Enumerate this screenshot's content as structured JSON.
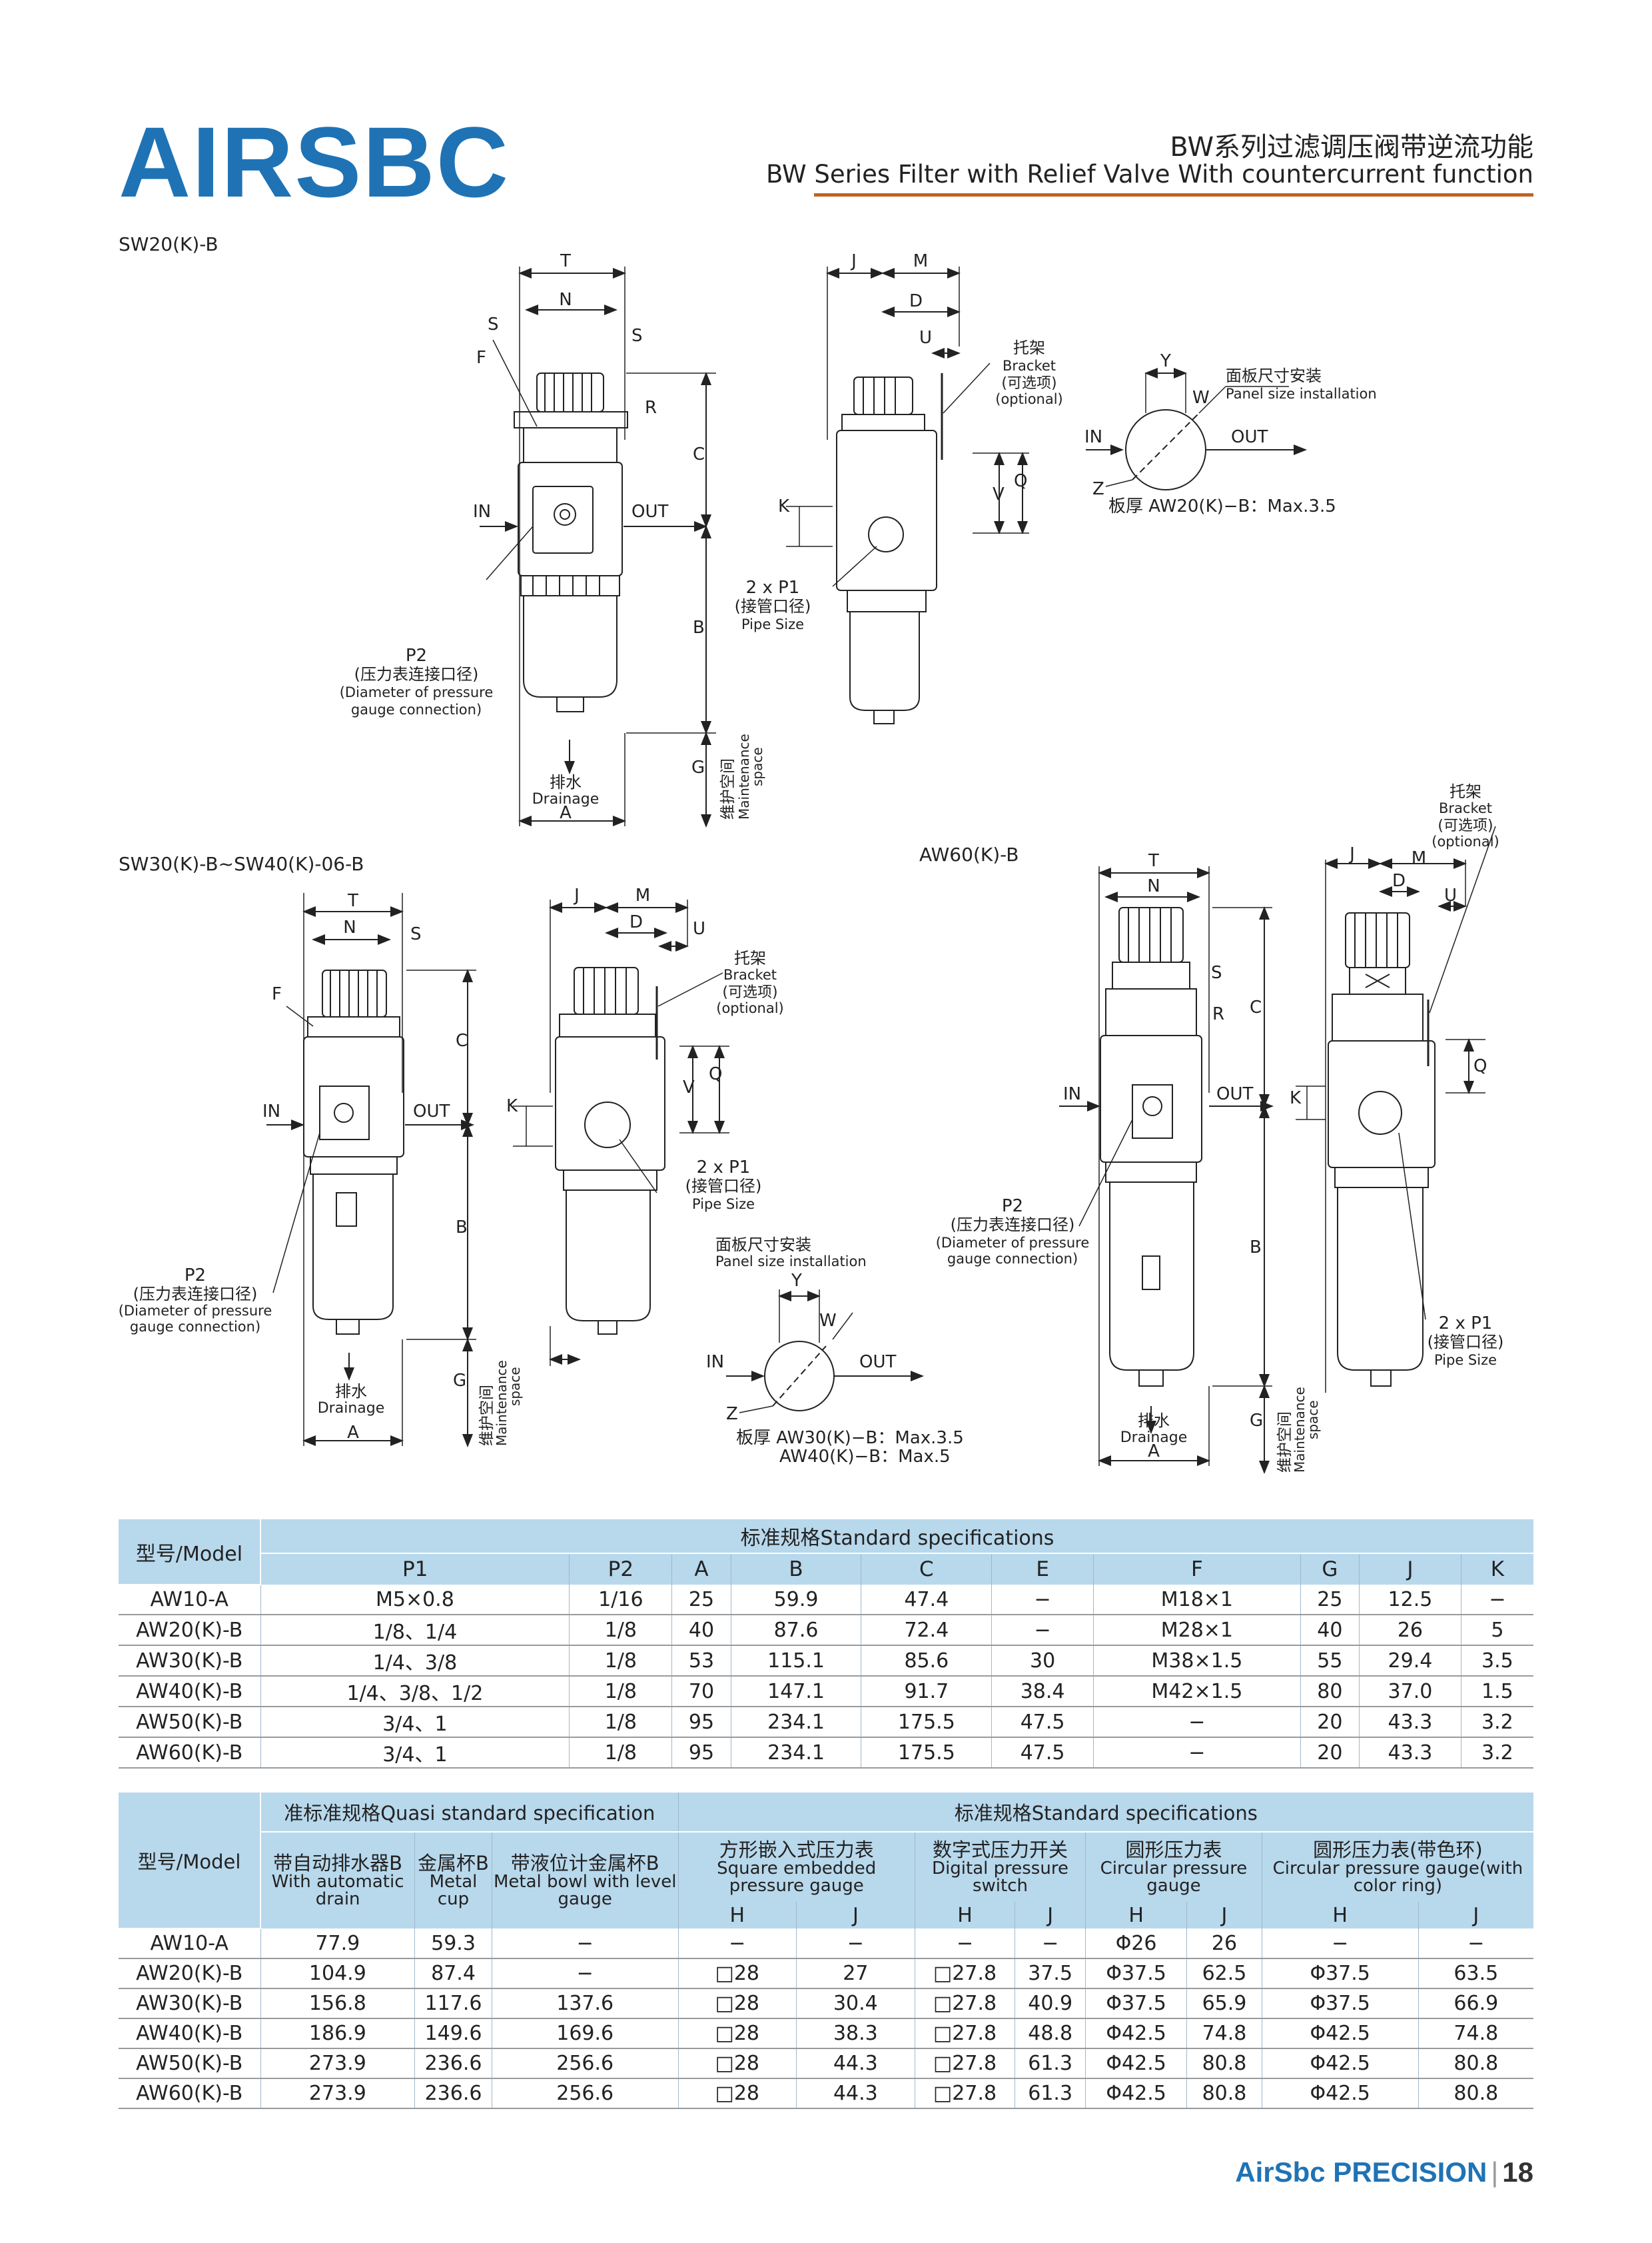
{
  "header": {
    "logo": "AIRSBC",
    "title_cn": "BW系列过滤调压阀带逆流功能",
    "title_en": "BW Series Filter with Relief Valve With countercurrent function"
  },
  "drawings": {
    "sw20": {
      "model": "SW20(K)-B",
      "dims": [
        "T",
        "N",
        "S",
        "F",
        "S",
        "R",
        "C",
        "B",
        "G",
        "A",
        "J",
        "M",
        "D",
        "U",
        "V",
        "Q",
        "K",
        "Y",
        "W",
        "Z"
      ],
      "in": "IN",
      "out": "OUT",
      "bracket_cn": "托架",
      "bracket_en": "Bracket",
      "bracket_opt_cn": "(可选项)",
      "bracket_opt_en": "(optional)",
      "pipe_p1": "2 x P1",
      "pipe_cn": "(接管口径)",
      "pipe_en": "Pipe Size",
      "p2": "P2",
      "p2_cn": "(压力表连接口径)",
      "p2_en1": "(Diameter of pressure",
      "p2_en2": "gauge connection)",
      "drain_cn": "排水",
      "drain_en": "Drainage",
      "maint_cn": "维护空间",
      "maint_en1": "Maintenance",
      "maint_en2": "space",
      "panel_cn": "面板尺寸安装",
      "panel_en": "Panel size installation",
      "plate": "板厚 AW20(K)−B：Max.3.5"
    },
    "sw30": {
      "model": "SW30(K)-B~SW40(K)-06-B",
      "in": "IN",
      "out": "OUT",
      "plate1": "板厚 AW30(K)−B：Max.3.5",
      "plate2": "AW40(K)−B：Max.5"
    },
    "aw60": {
      "model": "AW60(K)-B"
    }
  },
  "spec1": {
    "model_header": "型号/Model",
    "group_header": "标准规格Standard specifications",
    "columns": [
      "P1",
      "P2",
      "A",
      "B",
      "C",
      "E",
      "F",
      "G",
      "J",
      "K"
    ],
    "rows": [
      [
        "AW10-A",
        "M5×0.8",
        "1/16",
        "25",
        "59.9",
        "47.4",
        "−",
        "M18×1",
        "25",
        "12.5",
        "−"
      ],
      [
        "AW20(K)-B",
        "1/8、1/4",
        "1/8",
        "40",
        "87.6",
        "72.4",
        "−",
        "M28×1",
        "40",
        "26",
        "5"
      ],
      [
        "AW30(K)-B",
        "1/4、3/8",
        "1/8",
        "53",
        "115.1",
        "85.6",
        "30",
        "M38×1.5",
        "55",
        "29.4",
        "3.5"
      ],
      [
        "AW40(K)-B",
        "1/4、3/8、1/2",
        "1/8",
        "70",
        "147.1",
        "91.7",
        "38.4",
        "M42×1.5",
        "80",
        "37.0",
        "1.5"
      ],
      [
        "AW50(K)-B",
        "3/4、1",
        "1/8",
        "95",
        "234.1",
        "175.5",
        "47.5",
        "−",
        "20",
        "43.3",
        "3.2"
      ],
      [
        "AW60(K)-B",
        "3/4、1",
        "1/8",
        "95",
        "234.1",
        "175.5",
        "47.5",
        "−",
        "20",
        "43.3",
        "3.2"
      ]
    ]
  },
  "spec2": {
    "model_header": "型号/Model",
    "quasi_header": "准标准规格Quasi standard specification",
    "std_header": "标准规格Standard specifications",
    "quasi_cols": [
      {
        "cn": "带自动排水器B",
        "en": "With automatic drain"
      },
      {
        "cn": "金属杯B",
        "en": "Metal cup"
      },
      {
        "cn": "带液位计金属杯B",
        "en": "Metal bowl with level gauge"
      }
    ],
    "std_cols": [
      {
        "cn": "方形嵌入式压力表",
        "en": "Square embedded pressure gauge"
      },
      {
        "cn": "数字式压力开关",
        "en": "Digital pressure switch"
      },
      {
        "cn": "圆形压力表",
        "en": "Circular pressure gauge"
      },
      {
        "cn": "圆形压力表(带色环)",
        "en": "Circular pressure gauge(with color ring)"
      }
    ],
    "hj": [
      "H",
      "J",
      "H",
      "J",
      "H",
      "J",
      "H",
      "J"
    ],
    "rows": [
      [
        "AW10-A",
        "77.9",
        "59.3",
        "−",
        "−",
        "−",
        "−",
        "−",
        "Φ26",
        "26",
        "−",
        "−"
      ],
      [
        "AW20(K)-B",
        "104.9",
        "87.4",
        "−",
        "□28",
        "27",
        "□27.8",
        "37.5",
        "Φ37.5",
        "62.5",
        "Φ37.5",
        "63.5"
      ],
      [
        "AW30(K)-B",
        "156.8",
        "117.6",
        "137.6",
        "□28",
        "30.4",
        "□27.8",
        "40.9",
        "Φ37.5",
        "65.9",
        "Φ37.5",
        "66.9"
      ],
      [
        "AW40(K)-B",
        "186.9",
        "149.6",
        "169.6",
        "□28",
        "38.3",
        "□27.8",
        "48.8",
        "Φ42.5",
        "74.8",
        "Φ42.5",
        "74.8"
      ],
      [
        "AW50(K)-B",
        "273.9",
        "236.6",
        "256.6",
        "□28",
        "44.3",
        "□27.8",
        "61.3",
        "Φ42.5",
        "80.8",
        "Φ42.5",
        "80.8"
      ],
      [
        "AW60(K)-B",
        "273.9",
        "236.6",
        "256.6",
        "□28",
        "44.3",
        "□27.8",
        "61.3",
        "Φ42.5",
        "80.8",
        "Φ42.5",
        "80.8"
      ]
    ]
  },
  "footer": {
    "brand": "AirSbc PRECISION",
    "sep": "|",
    "page": "18"
  },
  "colors": {
    "brand_blue": "#1f73b5",
    "rule_orange": "#c0621f",
    "header_fill": "#b8d8ec"
  }
}
